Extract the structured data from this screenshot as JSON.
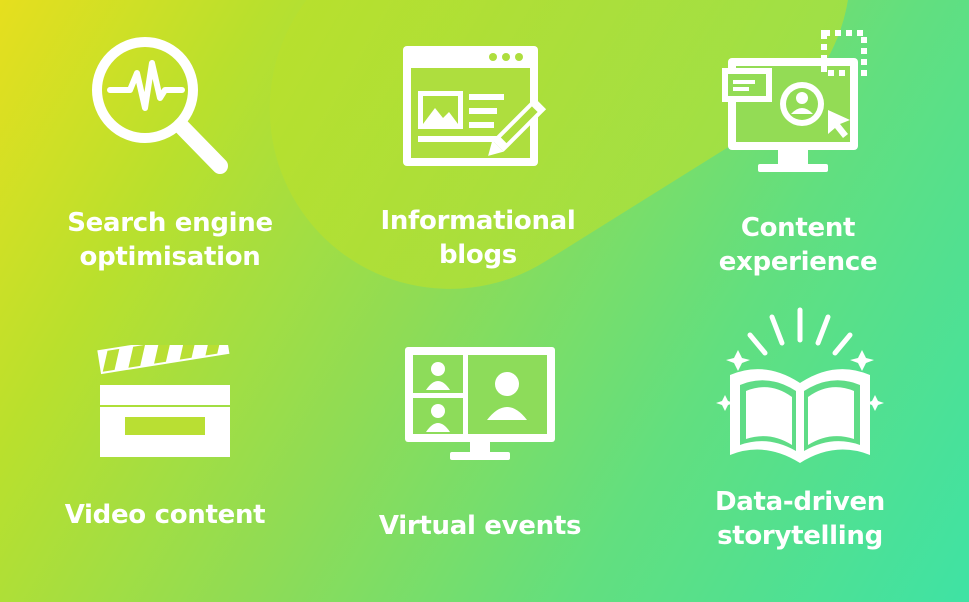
{
  "items": [
    {
      "label_line1": "Search engine",
      "label_line2": "optimisation",
      "icon": "search-analytics-icon"
    },
    {
      "label_line1": "Informational",
      "label_line2": "blogs",
      "icon": "blog-writing-icon"
    },
    {
      "label_line1": "Content",
      "label_line2": "experience",
      "icon": "content-experience-monitor-icon"
    },
    {
      "label_line1": "Video content",
      "label_line2": "",
      "icon": "clapperboard-icon"
    },
    {
      "label_line1": "Virtual events",
      "label_line2": "",
      "icon": "video-conference-monitor-icon"
    },
    {
      "label_line1": "Data-driven",
      "label_line2": "storytelling",
      "icon": "open-book-icon"
    }
  ],
  "colors": {
    "icon": "#ffffff",
    "text": "#ffffff",
    "gradient_start": "#e6df1e",
    "gradient_end": "#3fe2a4"
  }
}
